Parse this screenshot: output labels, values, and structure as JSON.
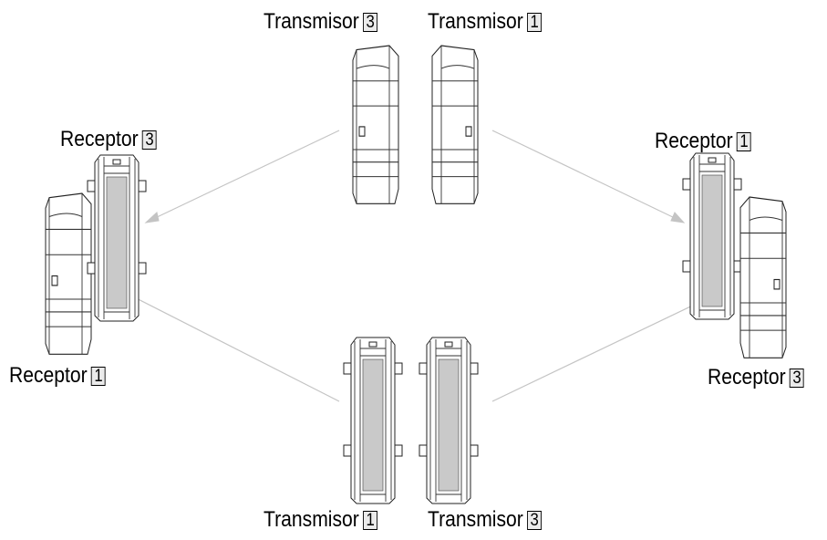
{
  "labels": {
    "top_left": {
      "text": "Transmisor",
      "num": "3"
    },
    "top_right": {
      "text": "Transmisor",
      "num": "1"
    },
    "left_upper": {
      "text": "Receptor",
      "num": "3"
    },
    "left_lower": {
      "text": "Receptor",
      "num": "1"
    },
    "right_upper": {
      "text": "Receptor",
      "num": "1"
    },
    "right_lower": {
      "text": "Receptor",
      "num": "3"
    },
    "bottom_left": {
      "text": "Transmisor",
      "num": "1"
    },
    "bottom_right": {
      "text": "Transmisor",
      "num": "3"
    }
  }
}
